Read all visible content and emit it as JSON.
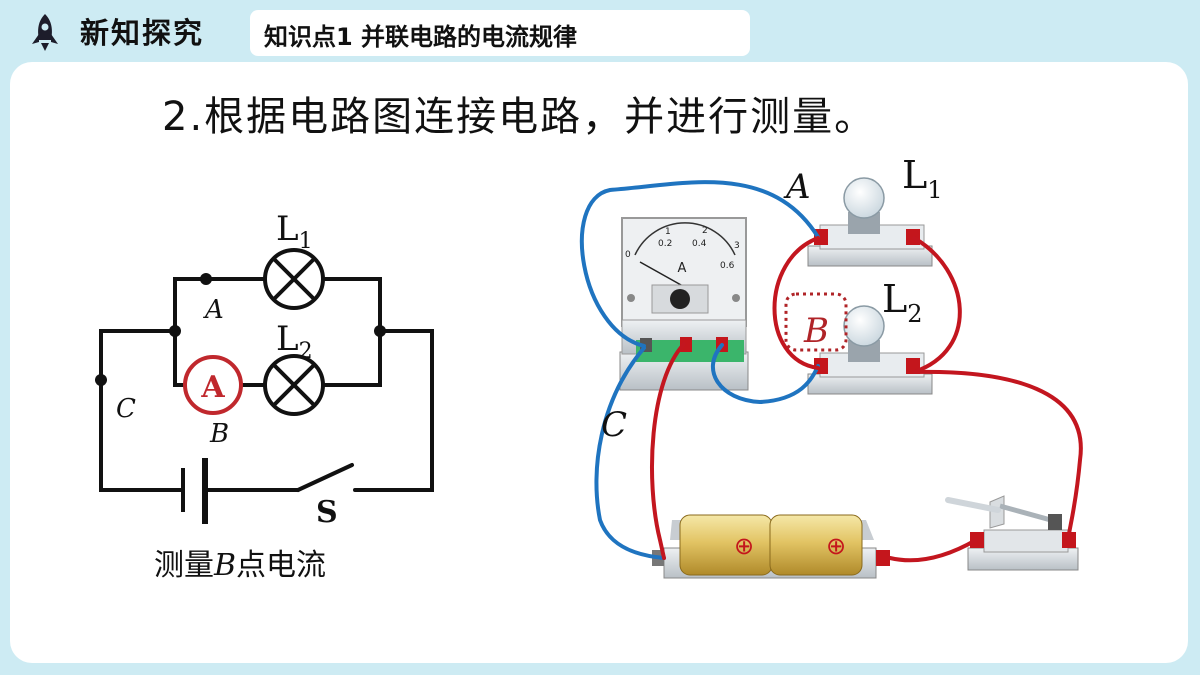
{
  "header": {
    "section_title": "新知探究",
    "topic": "知识点1   并联电路的电流规律"
  },
  "instruction": "2.根据电路图连接电路，并进行测量。",
  "schematic": {
    "lamp1_label": "L",
    "lamp1_sub": "1",
    "lamp2_label": "L",
    "lamp2_sub": "2",
    "point_a": "A",
    "point_b": "B",
    "point_c": "C",
    "ammeter_symbol": "A",
    "switch_label": "S",
    "caption_prefix": "测量",
    "caption_var": "B",
    "caption_suffix": "点电流"
  },
  "apparatus": {
    "point_a": "A",
    "point_b": "B",
    "point_c": "C",
    "lamp1_label": "L",
    "lamp1_sub": "1",
    "lamp2_label": "L",
    "lamp2_sub": "2",
    "meter_letter": "A",
    "scale_top": [
      "1",
      "2",
      "3"
    ],
    "scale_bottom": [
      "0",
      "0.2",
      "0.4",
      "0.6"
    ],
    "battery_sign": "⊕"
  },
  "colors": {
    "background": "#cdebf3",
    "card": "#ffffff",
    "wire_black": "#111111",
    "ammeter_red": "#c0282d",
    "wire_blue": "#1f74c0",
    "wire_red": "#c3161f"
  }
}
